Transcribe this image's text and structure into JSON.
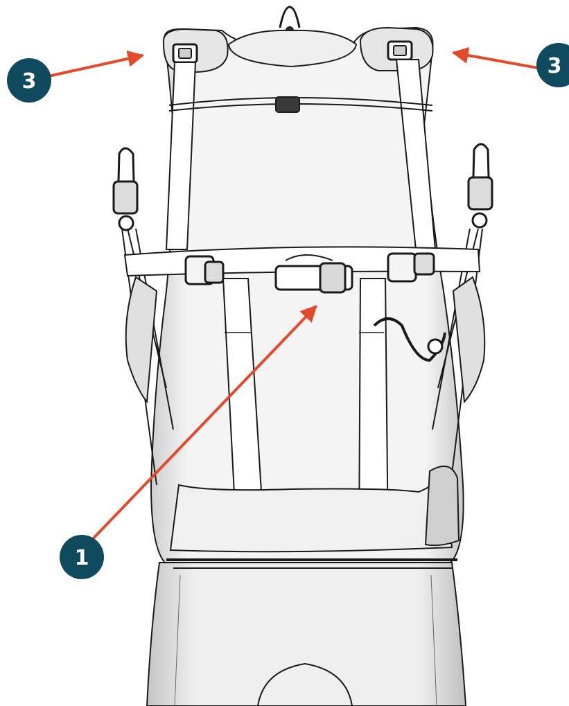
{
  "callouts": [
    {
      "label": "3",
      "target": "left-shoulder-strap"
    },
    {
      "label": "3",
      "target": "right-shoulder-strap"
    },
    {
      "label": "1",
      "target": "chest-strap-buckle"
    }
  ],
  "colors": {
    "badge_fill": "#0f4a5f",
    "badge_text": "#ffffff",
    "arrow": "#e24a2b",
    "outline": "#1a1a1a",
    "shade_light": "#f1f1f1",
    "shade_mid": "#d9d9d9",
    "shade_dark": "#b8b8b8"
  }
}
